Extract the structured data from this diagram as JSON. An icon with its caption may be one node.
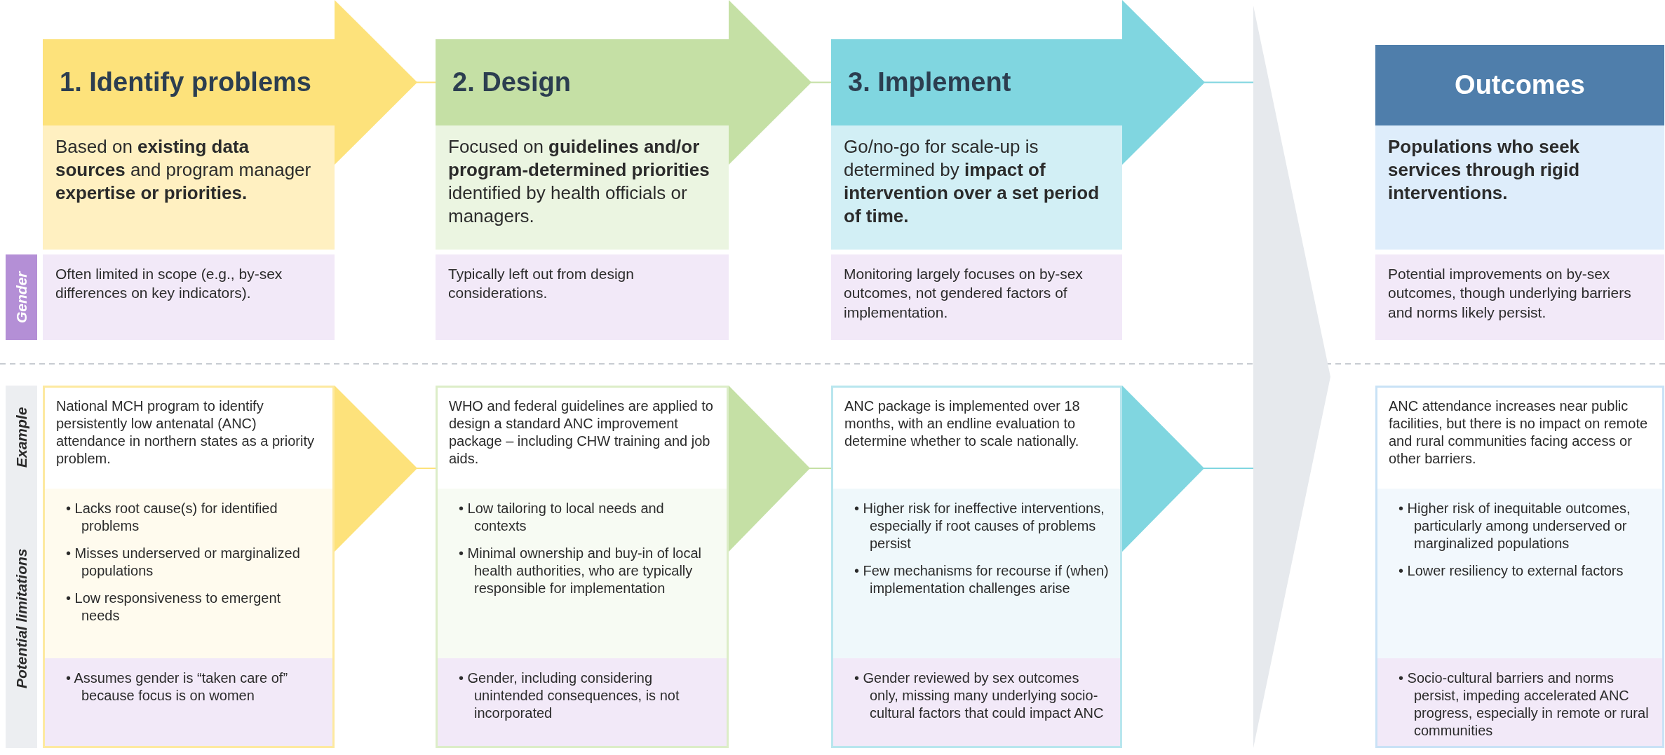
{
  "diagram": {
    "nodes": [
      {
        "text": [
          "1. Identify problems"
        ]
      },
      {
        "text": [
          "Based on **existing data sources** and program manager **expertise or priorities.**"
        ]
      },
      {
        "text": [
          "Often limited in scope (e.g., by-sex differences on key indicators)."
        ]
      },
      {
        "text": [
          "2. Design"
        ]
      },
      {
        "text": [
          "Focused on **guidelines and/or program-determined priorities** identified by health officials or managers."
        ]
      },
      {
        "text": [
          "Typically left out from design considerations."
        ]
      },
      {
        "text": [
          "3. Implement"
        ]
      },
      {
        "text": [
          "Go/no-go for scale-up is determined by **impact of intervention over a set period of time.**"
        ]
      },
      {
        "text": [
          "Monitoring largely focuses on by-sex outcomes, not gendered factors of implementation."
        ]
      },
      {
        "text": [
          "Outcomes"
        ]
      },
      {
        "text": [
          "Populations who seek services through rigid interventions."
        ]
      },
      {
        "text": [
          "Potential improvements on by-sex outcomes, though underlying barriers and norms likely persist."
        ]
      },
      {
        "text": [
          "Gender"
        ]
      },
      {
        "text": [
          "Example"
        ]
      },
      {
        "text": [
          "National MCH program to identify persistently low antenatal (ANC) attendance in northern states as a priority problem."
        ]
      },
      {
        "text": [
          "WHO and federal guidelines are applied to design a standard ANC improvement package – including CHW training and job aids."
        ]
      },
      {
        "text": [
          "ANC package is implemented over 18 months, with an endline evaluation to determine whether to scale nationally."
        ]
      },
      {
        "text": [
          "ANC attendance increases near public facilities, but there is no impact on remote and rural communities facing access or other barriers."
        ]
      },
      {
        "text": [
          "Potential limitations"
        ]
      },
      {
        "text": [
          "• Lacks root cause(s) for identified problems",
          "• Misses underserved or marginalized populations",
          "• Low responsiveness to emergent needs"
        ]
      },
      {
        "text": [
          "• Low tailoring to local needs and contexts",
          "• Minimal ownership and buy-in of local health authorities, who are typically responsible for implementation"
        ]
      },
      {
        "text": [
          "• Higher risk for ineffective interventions, especially if root causes of problems persist",
          "• Few mechanisms for recourse if (when) implementation challenges arise"
        ]
      },
      {
        "text": [
          "• Higher risk of inequitable outcomes, particularly among underserved or marginalized populations",
          "• Lower resiliency to external factors"
        ]
      },
      {
        "text": [
          "• Assumes gender is “taken care of” because focus is on women"
        ]
      },
      {
        "text": [
          "• Gender, including considering unintended consequences, is not incorporated"
        ]
      },
      {
        "text": [
          "• Gender reviewed by sex outcomes only, missing many underlying socio-cultural factors that could impact ANC"
        ]
      },
      {
        "text": [
          "• Socio-cultural barriers and norms persist, impeding accelerated ANC progress, especially in remote or rural communities"
        ]
      },
      {
        "text": [],
        "shape": "chevron"
      }
    ],
    "edges": [
      {
        "from": 14,
        "to": 15,
        "arrow": "to",
        "color": "#fde27b"
      },
      {
        "from": 15,
        "to": 16,
        "arrow": "to",
        "color": "#c5e0a5"
      },
      {
        "from": 16,
        "to": 27,
        "arrow": "to",
        "color": "#80d6e0"
      },
      {
        "from": 0,
        "to": 3,
        "arrow": "to",
        "color": "#fde27b"
      },
      {
        "from": 3,
        "to": 6,
        "arrow": "to",
        "color": "#c5e0a5"
      },
      {
        "from": 6,
        "to": 27,
        "arrow": "to",
        "color": "#80d6e0"
      }
    ]
  }
}
